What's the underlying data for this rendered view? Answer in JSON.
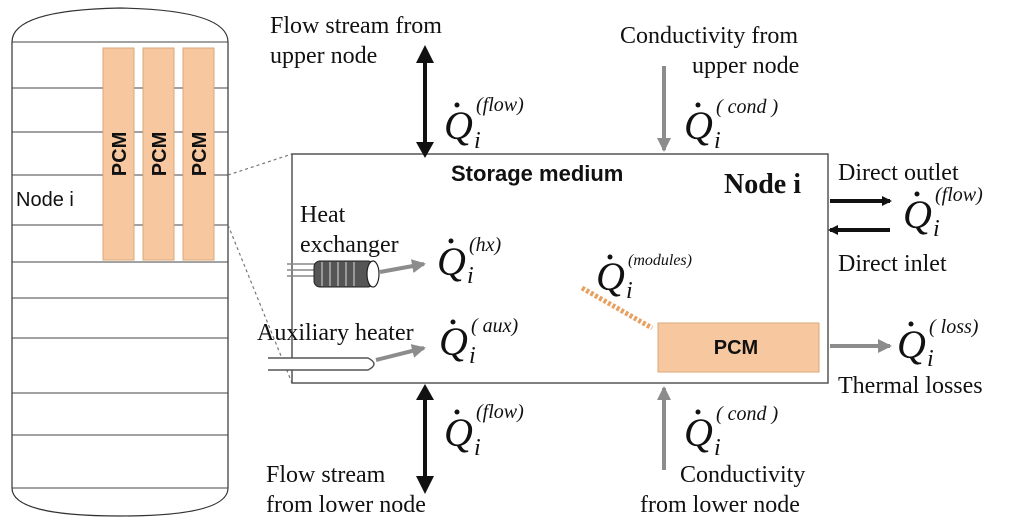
{
  "tank": {
    "node_label": "Node i",
    "pcm_label": "PCM"
  },
  "storage_box": {
    "title": "Storage medium",
    "node_label": "Node i",
    "pcm_label": "PCM"
  },
  "labels": {
    "flow_upper_1": "Flow stream from",
    "flow_upper_2": "upper node",
    "cond_upper_1": "Conductivity from",
    "cond_upper_2": "upper node",
    "heat_exchanger_1": "Heat",
    "heat_exchanger_2": "exchanger",
    "auxiliary_heater": "Auxiliary heater",
    "direct_outlet": "Direct outlet",
    "direct_inlet": "Direct inlet",
    "thermal_losses": "Thermal losses",
    "flow_lower_1": "Flow stream",
    "flow_lower_2": "from  lower node",
    "cond_lower_1": "Conductivity",
    "cond_lower_2": "from lower node"
  },
  "symbols": {
    "q": "Q",
    "i": "i",
    "flow": "(flow)",
    "cond": "( cond )",
    "hx": "(hx)",
    "modules": "(modules)",
    "aux": "( aux)",
    "loss": "( loss)"
  },
  "colors": {
    "pcm_fill": "#f7c79f",
    "pcm_stroke": "#d9a77a",
    "gray_arrow": "#8c8c8c",
    "black": "#111111",
    "dashed_line": "#e8a060"
  }
}
